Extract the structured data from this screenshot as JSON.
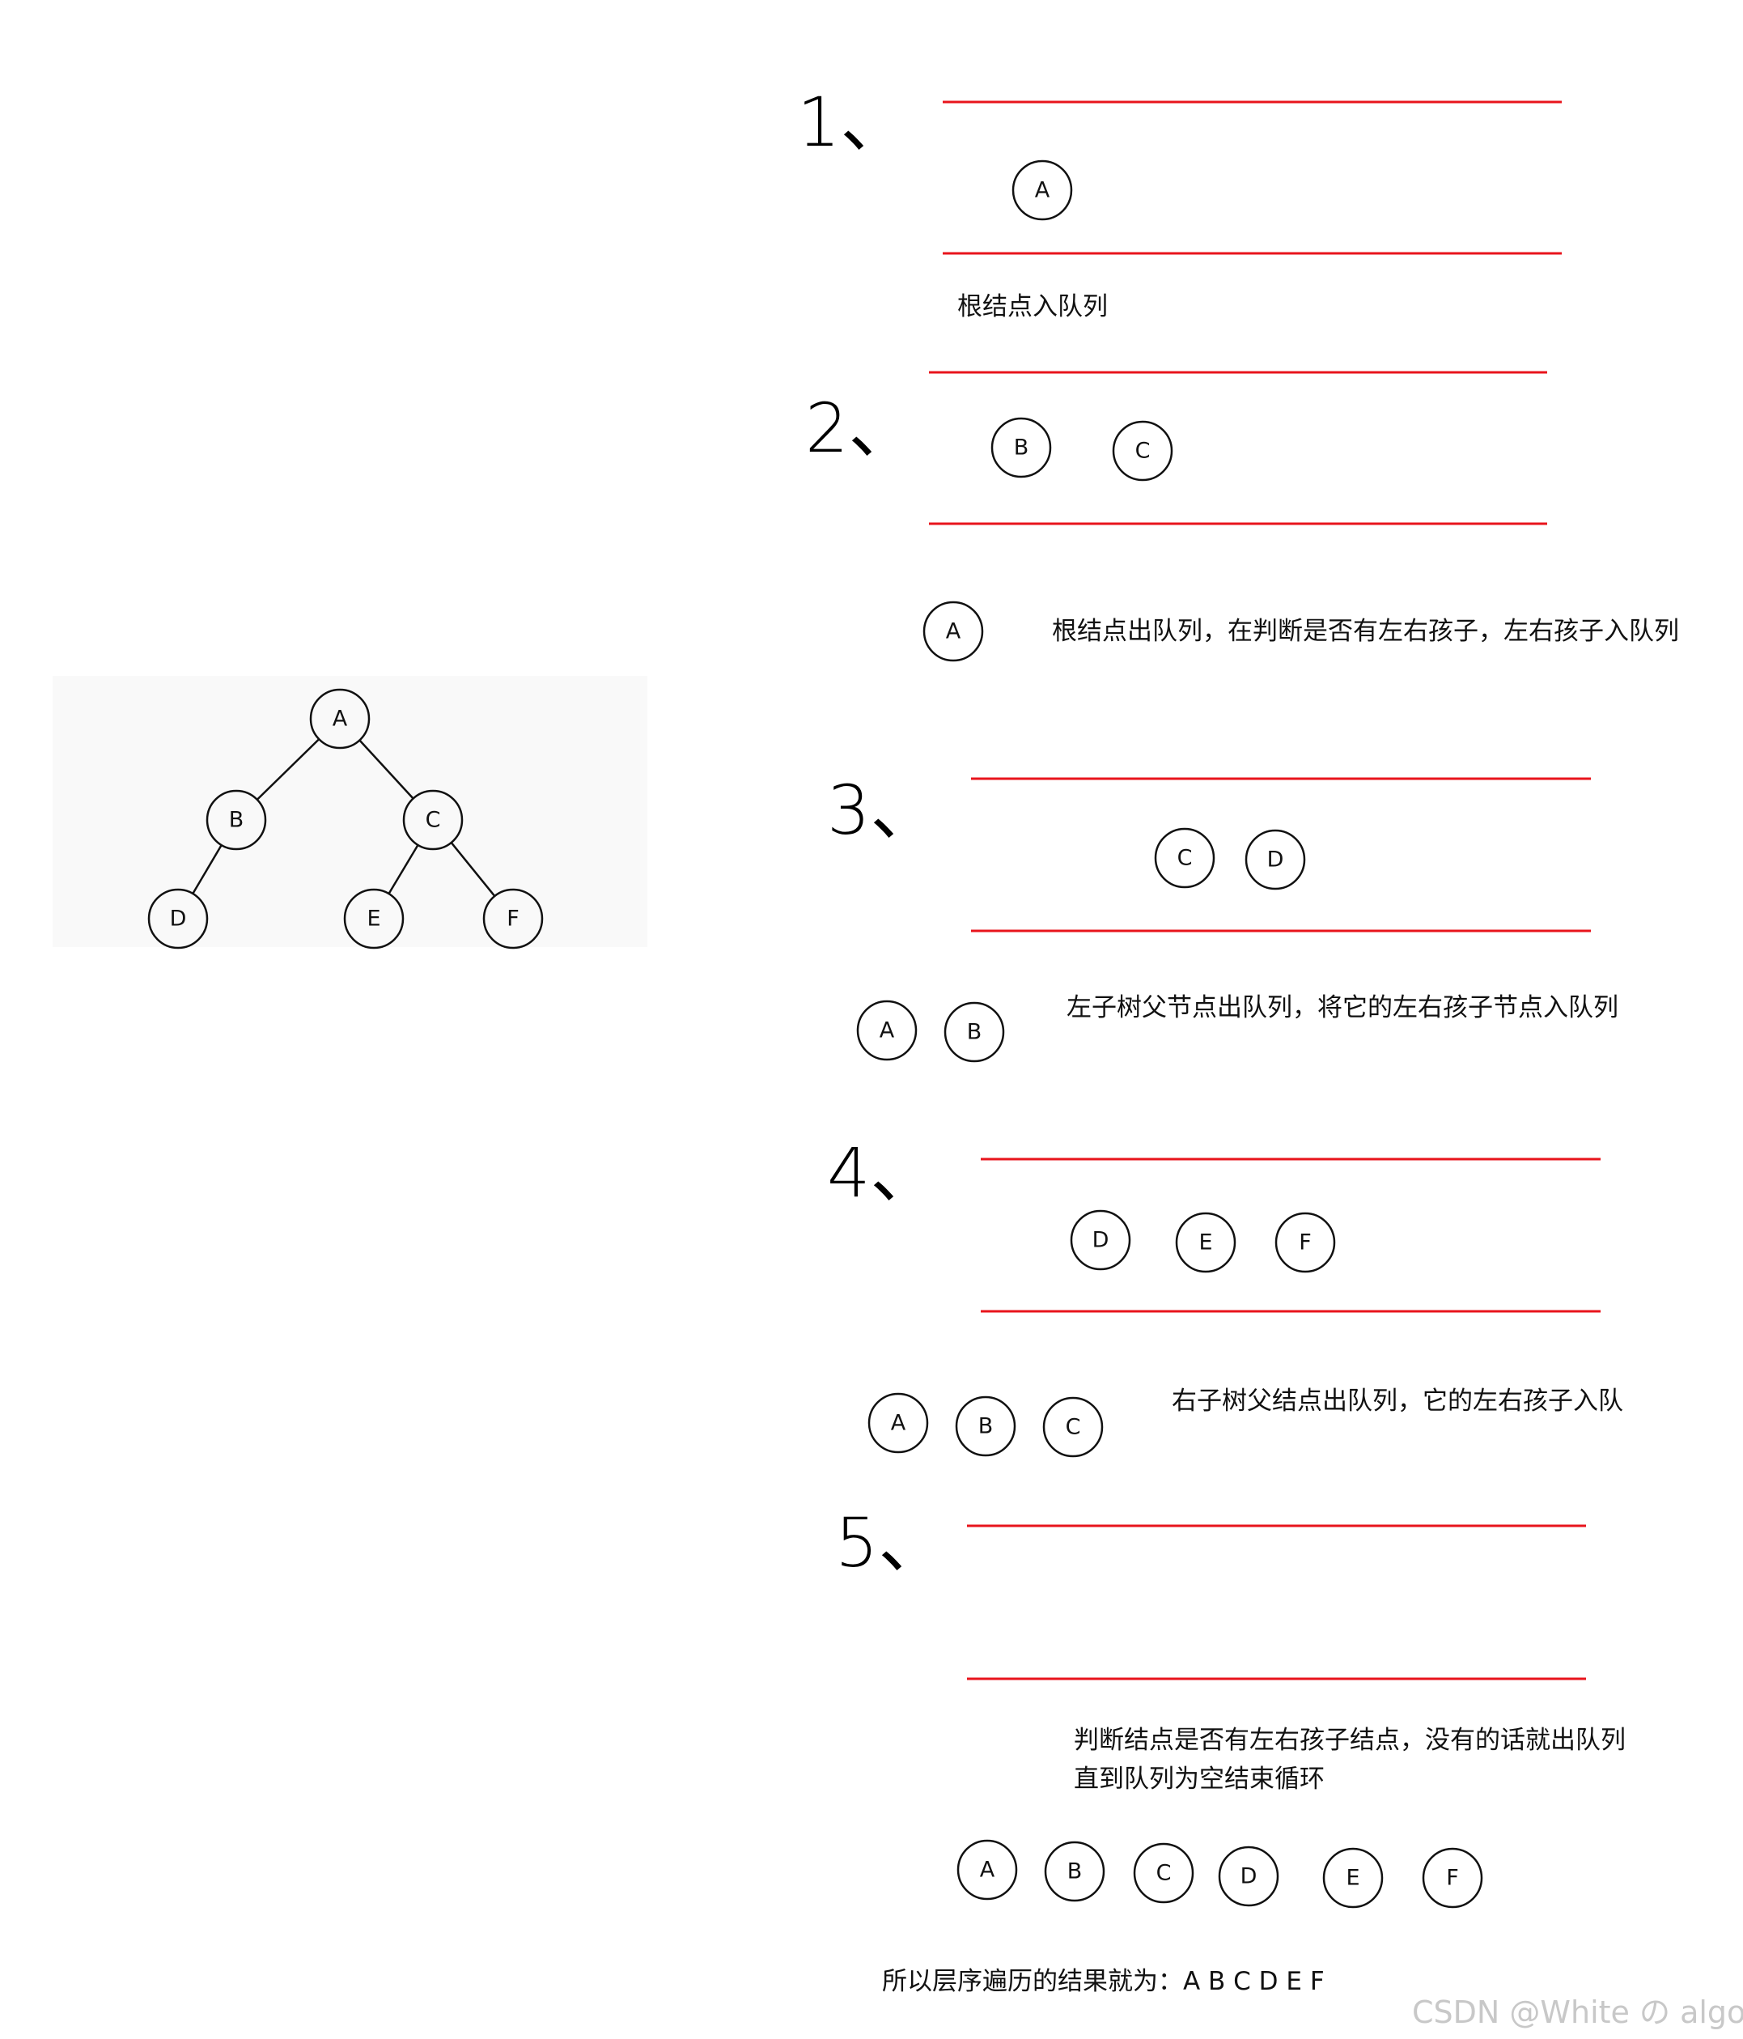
{
  "tree": {
    "nodes": [
      "A",
      "B",
      "C",
      "D",
      "E",
      "F"
    ],
    "edges": [
      [
        "A",
        "B"
      ],
      [
        "A",
        "C"
      ],
      [
        "B",
        "D"
      ],
      [
        "C",
        "E"
      ],
      [
        "C",
        "F"
      ]
    ]
  },
  "steps": [
    {
      "number": "1、",
      "queue": [
        "A"
      ],
      "dequeued": [],
      "caption_lines": [
        "根结点入队列"
      ]
    },
    {
      "number": "2、",
      "queue": [
        "B",
        "C"
      ],
      "dequeued": [
        "A"
      ],
      "caption_lines": [
        "根结点出队列，在判断是否有左右孩子，左右孩子入队列"
      ]
    },
    {
      "number": "3、",
      "queue": [
        "C",
        "D"
      ],
      "dequeued": [
        "A",
        "B"
      ],
      "caption_lines": [
        "左子树父节点出队列，将它的左右孩子节点入队列"
      ]
    },
    {
      "number": "4、",
      "queue": [
        "D",
        "E",
        "F"
      ],
      "dequeued": [
        "A",
        "B",
        "C"
      ],
      "caption_lines": [
        "右子树父结点出队列，它的左右孩子入队"
      ]
    },
    {
      "number": "5、",
      "queue": [],
      "dequeued": [
        "A",
        "B",
        "C",
        "D",
        "E",
        "F"
      ],
      "caption_lines": [
        "判断结点是否有左右孩子结点，没有的话就出队列",
        "直到队列为空结束循环"
      ]
    }
  ],
  "result": "所以层序遍历的结果就为：A B C D E F",
  "watermark": "CSDN @White の algo",
  "colors": {
    "queue_line": "#e8141c",
    "stroke": "#111111",
    "text": "#111111"
  }
}
